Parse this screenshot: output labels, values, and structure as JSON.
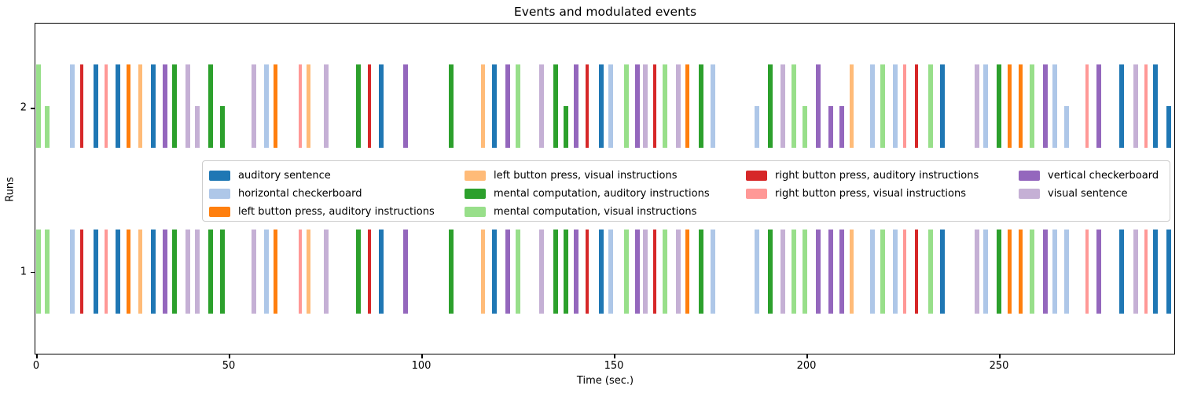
{
  "chart_data": {
    "type": "event_raster",
    "title": "Events and modulated events",
    "xlabel": "Time (sec.)",
    "ylabel": "Runs",
    "x_ticks": [
      0,
      50,
      100,
      150,
      200,
      250
    ],
    "xlim": [
      -0.5,
      296
    ],
    "runs": [
      {
        "label": "2",
        "description": "modulated events: some markers drawn at half height"
      },
      {
        "label": "1",
        "description": "all events full height"
      }
    ],
    "legend_position": "center, 4 columns, overlapping plot",
    "grid": false,
    "conditions": [
      {
        "name": "auditory sentence",
        "color": "#1f77b4",
        "marker_width": 6
      },
      {
        "name": "horizontal checkerboard",
        "color": "#aec7e8",
        "marker_width": 6
      },
      {
        "name": "left button press, auditory instructions",
        "color": "#ff7f0e",
        "marker_width": 5
      },
      {
        "name": "left button press, visual instructions",
        "color": "#ffbb78",
        "marker_width": 5
      },
      {
        "name": "mental computation, auditory instructions",
        "color": "#2ca02c",
        "marker_width": 6
      },
      {
        "name": "mental computation, visual instructions",
        "color": "#98df8a",
        "marker_width": 6
      },
      {
        "name": "right button press, auditory instructions",
        "color": "#d62728",
        "marker_width": 4
      },
      {
        "name": "right button press, visual instructions",
        "color": "#ff9896",
        "marker_width": 4
      },
      {
        "name": "vertical checkerboard",
        "color": "#9467bd",
        "marker_width": 6
      },
      {
        "name": "visual sentence",
        "color": "#c5b0d5",
        "marker_width": 6
      }
    ],
    "events": [
      {
        "t": 0.6,
        "condition": "mental computation, visual instructions",
        "amplitude_run1": 1,
        "amplitude_run2": 1
      },
      {
        "t": 2.8,
        "condition": "mental computation, visual instructions",
        "amplitude_run1": 1,
        "amplitude_run2": 0.5
      },
      {
        "t": 9.4,
        "condition": "horizontal checkerboard",
        "amplitude_run1": 1,
        "amplitude_run2": 1
      },
      {
        "t": 11.8,
        "condition": "right button press, auditory instructions",
        "amplitude_run1": 1,
        "amplitude_run2": 1
      },
      {
        "t": 15.5,
        "condition": "auditory sentence",
        "amplitude_run1": 1,
        "amplitude_run2": 1
      },
      {
        "t": 18.2,
        "condition": "right button press, visual instructions",
        "amplitude_run1": 1,
        "amplitude_run2": 1
      },
      {
        "t": 21.3,
        "condition": "auditory sentence",
        "amplitude_run1": 1,
        "amplitude_run2": 1
      },
      {
        "t": 24.0,
        "condition": "left button press, auditory instructions",
        "amplitude_run1": 1,
        "amplitude_run2": 1
      },
      {
        "t": 27.1,
        "condition": "left button press, visual instructions",
        "amplitude_run1": 1,
        "amplitude_run2": 1
      },
      {
        "t": 30.3,
        "condition": "auditory sentence",
        "amplitude_run1": 1,
        "amplitude_run2": 1
      },
      {
        "t": 33.5,
        "condition": "vertical checkerboard",
        "amplitude_run1": 1,
        "amplitude_run2": 1
      },
      {
        "t": 35.9,
        "condition": "mental computation, auditory instructions",
        "amplitude_run1": 1,
        "amplitude_run2": 1
      },
      {
        "t": 39.4,
        "condition": "visual sentence",
        "amplitude_run1": 1,
        "amplitude_run2": 1
      },
      {
        "t": 41.8,
        "condition": "visual sentence",
        "amplitude_run1": 1,
        "amplitude_run2": 0.5
      },
      {
        "t": 45.2,
        "condition": "mental computation, auditory instructions",
        "amplitude_run1": 1,
        "amplitude_run2": 1
      },
      {
        "t": 48.4,
        "condition": "mental computation, auditory instructions",
        "amplitude_run1": 1,
        "amplitude_run2": 0.5
      },
      {
        "t": 56.6,
        "condition": "visual sentence",
        "amplitude_run1": 1,
        "amplitude_run2": 1
      },
      {
        "t": 59.7,
        "condition": "horizontal checkerboard",
        "amplitude_run1": 1,
        "amplitude_run2": 1
      },
      {
        "t": 62.2,
        "condition": "left button press, auditory instructions",
        "amplitude_run1": 1,
        "amplitude_run2": 1
      },
      {
        "t": 68.6,
        "condition": "right button press, visual instructions",
        "amplitude_run1": 1,
        "amplitude_run2": 1
      },
      {
        "t": 70.7,
        "condition": "left button press, visual instructions",
        "amplitude_run1": 1,
        "amplitude_run2": 1
      },
      {
        "t": 75.2,
        "condition": "visual sentence",
        "amplitude_run1": 1,
        "amplitude_run2": 1
      },
      {
        "t": 83.7,
        "condition": "mental computation, auditory instructions",
        "amplitude_run1": 1,
        "amplitude_run2": 1
      },
      {
        "t": 86.6,
        "condition": "right button press, auditory instructions",
        "amplitude_run1": 1,
        "amplitude_run2": 1
      },
      {
        "t": 89.5,
        "condition": "auditory sentence",
        "amplitude_run1": 1,
        "amplitude_run2": 1
      },
      {
        "t": 95.9,
        "condition": "vertical checkerboard",
        "amplitude_run1": 1,
        "amplitude_run2": 1
      },
      {
        "t": 107.8,
        "condition": "mental computation, auditory instructions",
        "amplitude_run1": 1,
        "amplitude_run2": 1
      },
      {
        "t": 116.0,
        "condition": "left button press, visual instructions",
        "amplitude_run1": 1,
        "amplitude_run2": 1
      },
      {
        "t": 119.0,
        "condition": "auditory sentence",
        "amplitude_run1": 1,
        "amplitude_run2": 1
      },
      {
        "t": 122.4,
        "condition": "vertical checkerboard",
        "amplitude_run1": 1,
        "amplitude_run2": 1
      },
      {
        "t": 125.1,
        "condition": "mental computation, visual instructions",
        "amplitude_run1": 1,
        "amplitude_run2": 1
      },
      {
        "t": 131.2,
        "condition": "visual sentence",
        "amplitude_run1": 1,
        "amplitude_run2": 1
      },
      {
        "t": 134.9,
        "condition": "mental computation, auditory instructions",
        "amplitude_run1": 1,
        "amplitude_run2": 1
      },
      {
        "t": 137.5,
        "condition": "mental computation, auditory instructions",
        "amplitude_run1": 1,
        "amplitude_run2": 0.5
      },
      {
        "t": 140.2,
        "condition": "vertical checkerboard",
        "amplitude_run1": 1,
        "amplitude_run2": 1
      },
      {
        "t": 143.1,
        "condition": "right button press, auditory instructions",
        "amplitude_run1": 1,
        "amplitude_run2": 1
      },
      {
        "t": 146.8,
        "condition": "auditory sentence",
        "amplitude_run1": 1,
        "amplitude_run2": 1
      },
      {
        "t": 149.2,
        "condition": "horizontal checkerboard",
        "amplitude_run1": 1,
        "amplitude_run2": 1
      },
      {
        "t": 153.2,
        "condition": "mental computation, visual instructions",
        "amplitude_run1": 1,
        "amplitude_run2": 1
      },
      {
        "t": 156.1,
        "condition": "vertical checkerboard",
        "amplitude_run1": 1,
        "amplitude_run2": 1
      },
      {
        "t": 158.1,
        "condition": "visual sentence",
        "amplitude_run1": 1,
        "amplitude_run2": 1
      },
      {
        "t": 160.6,
        "condition": "right button press, auditory instructions",
        "amplitude_run1": 1,
        "amplitude_run2": 1
      },
      {
        "t": 163.3,
        "condition": "mental computation, visual instructions",
        "amplitude_run1": 1,
        "amplitude_run2": 1
      },
      {
        "t": 166.7,
        "condition": "visual sentence",
        "amplitude_run1": 1,
        "amplitude_run2": 1
      },
      {
        "t": 169.1,
        "condition": "left button press, auditory instructions",
        "amplitude_run1": 1,
        "amplitude_run2": 1
      },
      {
        "t": 172.6,
        "condition": "mental computation, auditory instructions",
        "amplitude_run1": 1,
        "amplitude_run2": 1
      },
      {
        "t": 175.7,
        "condition": "horizontal checkerboard",
        "amplitude_run1": 1,
        "amplitude_run2": 1
      },
      {
        "t": 187.1,
        "condition": "horizontal checkerboard",
        "amplitude_run1": 1,
        "amplitude_run2": 0.5
      },
      {
        "t": 190.6,
        "condition": "mental computation, auditory instructions",
        "amplitude_run1": 1,
        "amplitude_run2": 1
      },
      {
        "t": 193.8,
        "condition": "visual sentence",
        "amplitude_run1": 1,
        "amplitude_run2": 1
      },
      {
        "t": 196.7,
        "condition": "mental computation, visual instructions",
        "amplitude_run1": 1,
        "amplitude_run2": 1
      },
      {
        "t": 199.6,
        "condition": "mental computation, visual instructions",
        "amplitude_run1": 1,
        "amplitude_run2": 0.5
      },
      {
        "t": 203.1,
        "condition": "vertical checkerboard",
        "amplitude_run1": 1,
        "amplitude_run2": 1
      },
      {
        "t": 206.3,
        "condition": "vertical checkerboard",
        "amplitude_run1": 1,
        "amplitude_run2": 0.5
      },
      {
        "t": 209.2,
        "condition": "vertical checkerboard",
        "amplitude_run1": 1,
        "amplitude_run2": 0.5
      },
      {
        "t": 211.8,
        "condition": "left button press, visual instructions",
        "amplitude_run1": 1,
        "amplitude_run2": 1
      },
      {
        "t": 217.1,
        "condition": "horizontal checkerboard",
        "amplitude_run1": 1,
        "amplitude_run2": 1
      },
      {
        "t": 219.8,
        "condition": "mental computation, visual instructions",
        "amplitude_run1": 1,
        "amplitude_run2": 1
      },
      {
        "t": 223.0,
        "condition": "horizontal checkerboard",
        "amplitude_run1": 1,
        "amplitude_run2": 1
      },
      {
        "t": 225.6,
        "condition": "right button press, visual instructions",
        "amplitude_run1": 1,
        "amplitude_run2": 1
      },
      {
        "t": 228.5,
        "condition": "right button press, auditory instructions",
        "amplitude_run1": 1,
        "amplitude_run2": 1
      },
      {
        "t": 232.2,
        "condition": "mental computation, visual instructions",
        "amplitude_run1": 1,
        "amplitude_run2": 1
      },
      {
        "t": 235.2,
        "condition": "auditory sentence",
        "amplitude_run1": 1,
        "amplitude_run2": 1
      },
      {
        "t": 244.2,
        "condition": "visual sentence",
        "amplitude_run1": 1,
        "amplitude_run2": 1
      },
      {
        "t": 246.6,
        "condition": "horizontal checkerboard",
        "amplitude_run1": 1,
        "amplitude_run2": 1
      },
      {
        "t": 250.0,
        "condition": "mental computation, auditory instructions",
        "amplitude_run1": 1,
        "amplitude_run2": 1
      },
      {
        "t": 252.7,
        "condition": "left button press, auditory instructions",
        "amplitude_run1": 1,
        "amplitude_run2": 1
      },
      {
        "t": 255.6,
        "condition": "left button press, auditory instructions",
        "amplitude_run1": 1,
        "amplitude_run2": 1
      },
      {
        "t": 258.5,
        "condition": "mental computation, visual instructions",
        "amplitude_run1": 1,
        "amplitude_run2": 1
      },
      {
        "t": 262.0,
        "condition": "vertical checkerboard",
        "amplitude_run1": 1,
        "amplitude_run2": 1
      },
      {
        "t": 264.4,
        "condition": "horizontal checkerboard",
        "amplitude_run1": 1,
        "amplitude_run2": 1
      },
      {
        "t": 267.5,
        "condition": "horizontal checkerboard",
        "amplitude_run1": 1,
        "amplitude_run2": 0.5
      },
      {
        "t": 272.9,
        "condition": "right button press, visual instructions",
        "amplitude_run1": 1,
        "amplitude_run2": 1
      },
      {
        "t": 276.0,
        "condition": "vertical checkerboard",
        "amplitude_run1": 1,
        "amplitude_run2": 1
      },
      {
        "t": 281.9,
        "condition": "auditory sentence",
        "amplitude_run1": 1,
        "amplitude_run2": 1
      },
      {
        "t": 285.5,
        "condition": "visual sentence",
        "amplitude_run1": 1,
        "amplitude_run2": 1
      },
      {
        "t": 288.1,
        "condition": "right button press, visual instructions",
        "amplitude_run1": 1,
        "amplitude_run2": 1
      },
      {
        "t": 290.7,
        "condition": "auditory sentence",
        "amplitude_run1": 1,
        "amplitude_run2": 1
      },
      {
        "t": 294.1,
        "condition": "auditory sentence",
        "amplitude_run1": 1,
        "amplitude_run2": 0.5
      }
    ]
  }
}
